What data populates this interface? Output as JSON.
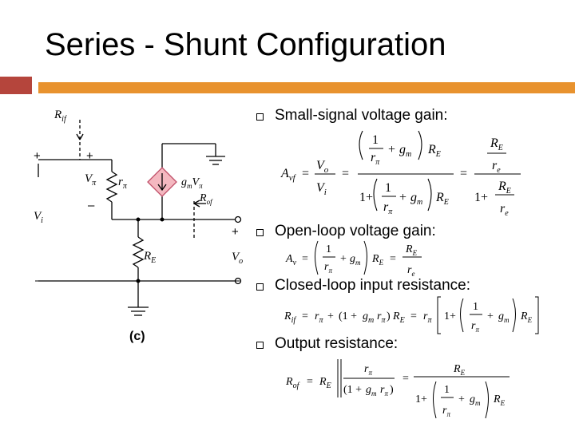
{
  "slide": {
    "title": "Series - Shunt Configuration"
  },
  "bullets": [
    {
      "text": "Small-signal voltage gain:"
    },
    {
      "text": "Open-loop voltage gain:"
    },
    {
      "text": "Closed-loop input resistance:"
    },
    {
      "text": "Output resistance:"
    }
  ],
  "circuit": {
    "caption": "(c)",
    "labels": {
      "rif": "R",
      "rif_sub": "if",
      "vpi": "V",
      "vpi_sub": "π",
      "rpi": "r",
      "rpi_sub": "π",
      "gm": "g",
      "gm_sub": "m",
      "gm_v": "V",
      "gm_v_sub": "π",
      "rof": "R",
      "rof_sub": "of",
      "vi": "V",
      "vi_sub": "i",
      "re": "R",
      "re_sub": "E",
      "vo": "V",
      "vo_sub": "o",
      "plus": "+",
      "minus": "–"
    }
  },
  "colors": {
    "accent_red": "#b5453c",
    "accent_orange": "#e8922e",
    "source_fill": "#f4b8c0",
    "source_stroke": "#c0506a"
  }
}
